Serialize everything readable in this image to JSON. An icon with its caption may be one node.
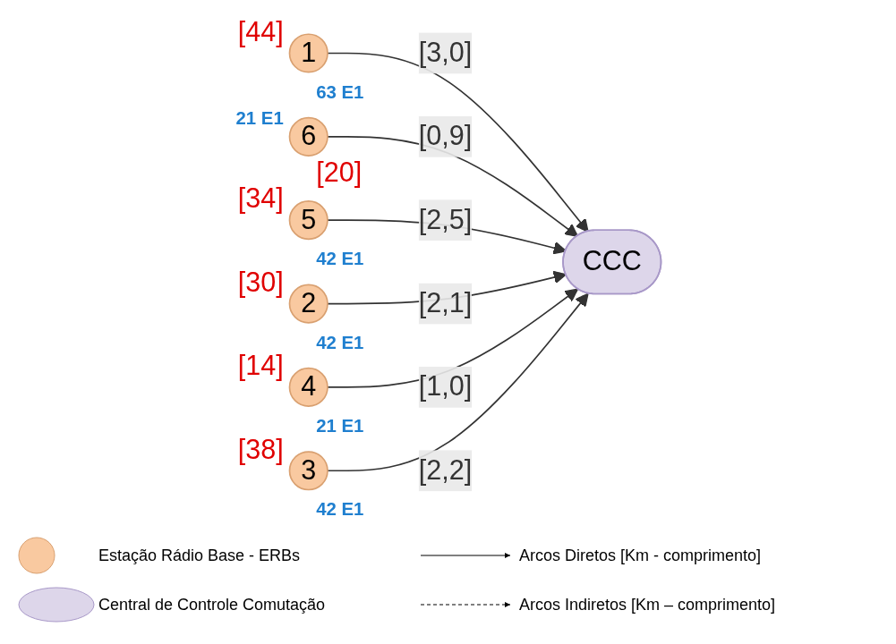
{
  "diagram": {
    "nodes": [
      {
        "text": [
          "1"
        ],
        "beside": [
          "[44]",
          "63 E1"
        ]
      },
      {
        "text": [
          "6"
        ],
        "beside": [
          "21 E1",
          "[20]"
        ]
      },
      {
        "text": [
          "5"
        ],
        "beside": [
          "[34]",
          "42 E1"
        ]
      },
      {
        "text": [
          "2"
        ],
        "beside": [
          "[30]",
          "42 E1"
        ]
      },
      {
        "text": [
          "CCC"
        ]
      },
      {
        "text": [
          "4"
        ],
        "beside": [
          "[14]",
          "21 E1"
        ]
      },
      {
        "text": [
          "3"
        ],
        "beside": [
          "[38]",
          "42 E1"
        ]
      }
    ],
    "edges": [
      {
        "from": 0,
        "to": 4,
        "arrow": "to",
        "label": "[3,0]"
      },
      {
        "from": 1,
        "to": 4,
        "arrow": "to",
        "label": "[0,9]"
      },
      {
        "from": 2,
        "to": 4,
        "arrow": "to",
        "label": "[2,5]"
      },
      {
        "from": 3,
        "to": 4,
        "arrow": "to",
        "label": "[2,1]"
      },
      {
        "from": 5,
        "to": 4,
        "arrow": "to",
        "label": "[1,0]"
      },
      {
        "from": 6,
        "to": 4,
        "arrow": "to",
        "label": "[2,2]"
      }
    ],
    "legend": [
      {
        "text": "Estação Rádio Base - ERBs"
      },
      {
        "text": "Arcos Diretos [Km - comprimento]"
      },
      {
        "text": "Central de Controle Comutação"
      },
      {
        "text": "Arcos Indiretos [Km – comprimento]"
      }
    ]
  }
}
